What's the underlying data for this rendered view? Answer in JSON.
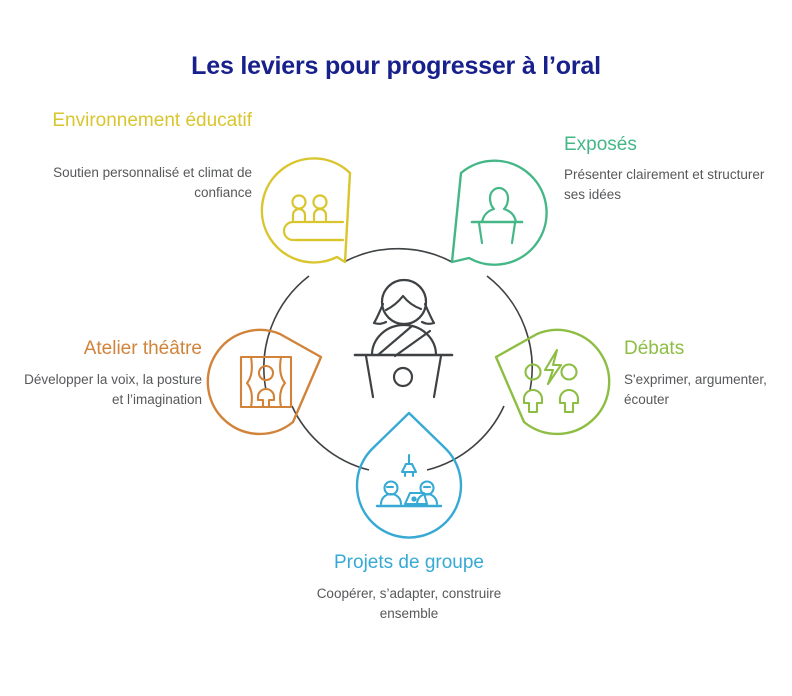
{
  "title": "Les leviers pour progresser à l’oral",
  "colors": {
    "title": "#18208c",
    "description_text": "#57585a",
    "connector": "#3f4244",
    "center_icon": "#3f4244",
    "environnement": "#d9c52e",
    "exposes": "#45b787",
    "atelier": "#d2833a",
    "debats": "#8dbe43",
    "projets": "#36a9d4"
  },
  "center": {
    "icon": "speaker-at-lectern-icon"
  },
  "chart_data": {
    "type": "diagram",
    "layout": "radial-pentagon",
    "title": "Les leviers pour progresser à l’oral",
    "center_node": "speaker-at-lectern-icon",
    "node_count": 5,
    "nodes": [
      {
        "id": "environnement",
        "label": "Environnement éducatif",
        "description": "Soutien personnalisé et climat de confiance",
        "color": "#d9c52e",
        "icon": "two-people-at-desk-icon",
        "position": "top-left",
        "angle_deg": 234,
        "label_align": "right"
      },
      {
        "id": "exposes",
        "label": "Exposés",
        "description": "Présenter clairement et structurer ses idées",
        "color": "#45b787",
        "icon": "person-at-podium-icon",
        "position": "top-right",
        "angle_deg": 306,
        "label_align": "left"
      },
      {
        "id": "atelier",
        "label": "Atelier théâtre",
        "description": "Développer la voix, la posture et l’imagination",
        "color": "#d2833a",
        "icon": "theatre-stage-curtains-icon",
        "position": "left",
        "angle_deg": 162,
        "label_align": "right"
      },
      {
        "id": "debats",
        "label": "Débats",
        "description": "S'exprimer, argumenter, écouter",
        "color": "#8dbe43",
        "icon": "two-people-debate-lightning-icon",
        "position": "right",
        "angle_deg": 18,
        "label_align": "left"
      },
      {
        "id": "projets",
        "label": "Projets de groupe",
        "description": "Coopérer, s’adapter, construire ensemble",
        "color": "#36a9d4",
        "icon": "group-project-laptop-icon",
        "position": "bottom",
        "angle_deg": 90,
        "label_align": "center"
      }
    ]
  },
  "nodes": {
    "environnement": {
      "label": "Environnement éducatif",
      "desc": "Soutien personnalisé et climat de confiance"
    },
    "exposes": {
      "label": "Exposés",
      "desc": "Présenter clairement et structurer ses idées"
    },
    "atelier": {
      "label": "Atelier théâtre",
      "desc": "Développer la voix, la posture et l’imagination"
    },
    "debats": {
      "label": "Débats",
      "desc": "S'exprimer, argumenter, écouter"
    },
    "projets": {
      "label": "Projets de groupe",
      "desc": "Coopérer, s’adapter, construire ensemble"
    }
  }
}
